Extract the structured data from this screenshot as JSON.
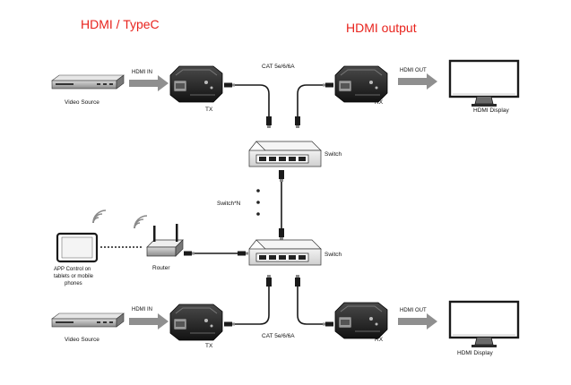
{
  "headings": {
    "left": "HDMI / TypeC",
    "right": "HDMI output"
  },
  "labels": {
    "top_video_source": "Video Source",
    "top_hdmi_in": "HDMI IN",
    "top_tx": "TX",
    "top_cat": "CAT 5e/6/6A",
    "top_rx": "RX",
    "top_hdmi_out": "HDMI OUT",
    "top_hdmi_display": "HDMI Display",
    "switch_top": "Switch",
    "switch_n": "Switch*N",
    "switch_bottom": "Switch",
    "router": "Router",
    "app_control": [
      "APP Control on",
      "tablets or mobile",
      "phones"
    ],
    "bottom_video_source": "Video Source",
    "bottom_hdmi_in": "HDMI IN",
    "bottom_tx": "TX",
    "bottom_cat": "CAT 5e/6/6A",
    "bottom_rx": "RX",
    "bottom_hdmi_out": "HDMI OUT",
    "bottom_hdmi_display": "HDMI Display"
  },
  "colors": {
    "heading": "#e8231d",
    "device_dark": "#1e1e1e",
    "arrow": "#8f8f8f",
    "screen_border": "#1a1a1a"
  }
}
